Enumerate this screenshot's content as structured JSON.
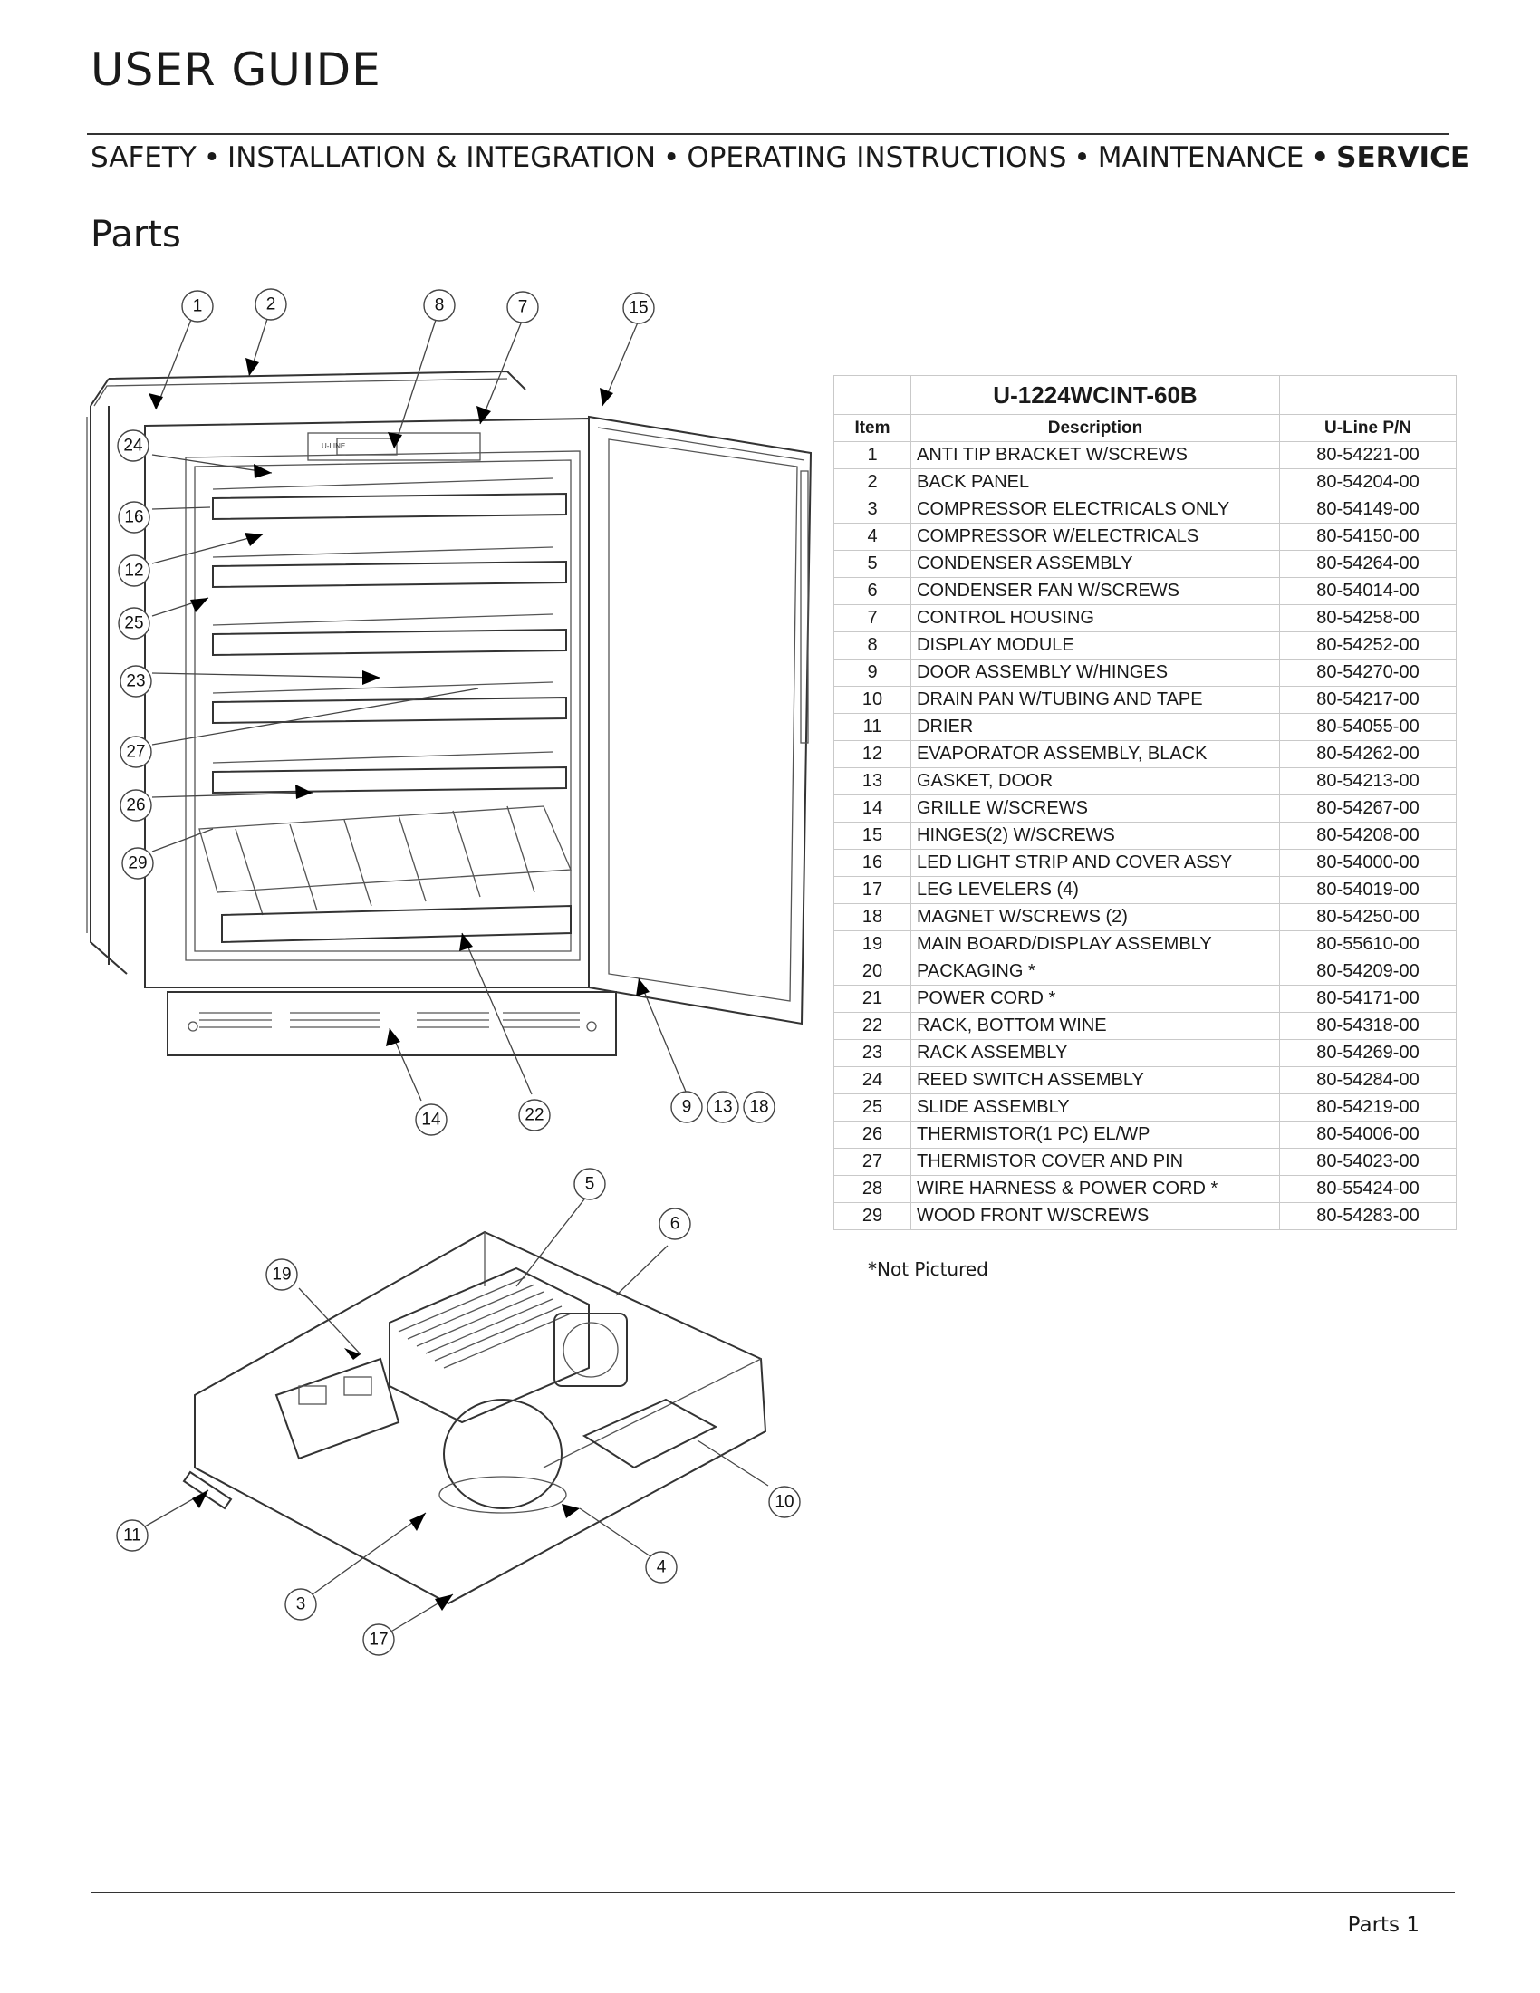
{
  "header": {
    "title": "USER GUIDE",
    "nav": [
      "SAFETY",
      "INSTALLATION & INTEGRATION",
      "OPERATING INSTRUCTIONS",
      "MAINTENANCE",
      "SERVICE"
    ],
    "nav_separator": "•",
    "active_nav": "SERVICE"
  },
  "section_title": "Parts",
  "table": {
    "model": "U-1224WCINT-60B",
    "columns": [
      "Item",
      "Description",
      "U-Line P/N"
    ],
    "rows": [
      [
        "1",
        "ANTI TIP BRACKET W/SCREWS",
        "80-54221-00"
      ],
      [
        "2",
        "BACK PANEL",
        "80-54204-00"
      ],
      [
        "3",
        "COMPRESSOR ELECTRICALS ONLY",
        "80-54149-00"
      ],
      [
        "4",
        "COMPRESSOR W/ELECTRICALS",
        "80-54150-00"
      ],
      [
        "5",
        "CONDENSER ASSEMBLY",
        "80-54264-00"
      ],
      [
        "6",
        "CONDENSER FAN W/SCREWS",
        "80-54014-00"
      ],
      [
        "7",
        "CONTROL HOUSING",
        "80-54258-00"
      ],
      [
        "8",
        "DISPLAY MODULE",
        "80-54252-00"
      ],
      [
        "9",
        "DOOR ASSEMBLY W/HINGES",
        "80-54270-00"
      ],
      [
        "10",
        "DRAIN PAN W/TUBING AND TAPE",
        "80-54217-00"
      ],
      [
        "11",
        "DRIER",
        "80-54055-00"
      ],
      [
        "12",
        "EVAPORATOR ASSEMBLY, BLACK",
        "80-54262-00"
      ],
      [
        "13",
        "GASKET, DOOR",
        "80-54213-00"
      ],
      [
        "14",
        "GRILLE W/SCREWS",
        "80-54267-00"
      ],
      [
        "15",
        "HINGES(2) W/SCREWS",
        "80-54208-00"
      ],
      [
        "16",
        "LED LIGHT STRIP AND COVER ASSY",
        "80-54000-00"
      ],
      [
        "17",
        "LEG LEVELERS (4)",
        "80-54019-00"
      ],
      [
        "18",
        "MAGNET W/SCREWS (2)",
        "80-54250-00"
      ],
      [
        "19",
        "MAIN BOARD/DISPLAY ASSEMBLY",
        "80-55610-00"
      ],
      [
        "20",
        "PACKAGING *",
        "80-54209-00"
      ],
      [
        "21",
        "POWER CORD *",
        "80-54171-00"
      ],
      [
        "22",
        "RACK, BOTTOM WINE",
        "80-54318-00"
      ],
      [
        "23",
        "RACK ASSEMBLY",
        "80-54269-00"
      ],
      [
        "24",
        "REED SWITCH ASSEMBLY",
        "80-54284-00"
      ],
      [
        "25",
        "SLIDE ASSEMBLY",
        "80-54219-00"
      ],
      [
        "26",
        "THERMISTOR(1 PC) EL/WP",
        "80-54006-00"
      ],
      [
        "27",
        "THERMISTOR COVER AND PIN",
        "80-54023-00"
      ],
      [
        "28",
        "WIRE HARNESS & POWER CORD *",
        "80-55424-00"
      ],
      [
        "29",
        "WOOD FRONT W/SCREWS",
        "80-54283-00"
      ]
    ]
  },
  "footnote": "*Not Pictured",
  "page_number": "Parts 1",
  "diagram": {
    "callouts": [
      "1",
      "2",
      "8",
      "7",
      "15",
      "24",
      "16",
      "12",
      "25",
      "23",
      "27",
      "26",
      "29",
      "14",
      "22",
      "9",
      "13",
      "18",
      "5",
      "6",
      "19",
      "10",
      "11",
      "4",
      "3",
      "17"
    ],
    "panel_text": "U-LINE"
  }
}
